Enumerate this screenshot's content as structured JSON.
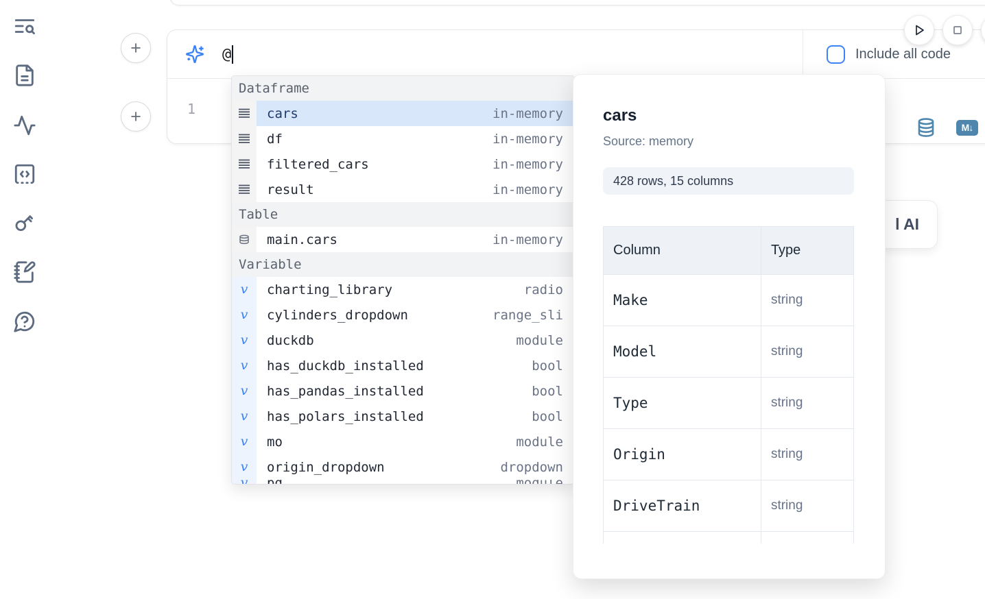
{
  "sidebar": {
    "icons": [
      "text-search-icon",
      "file-text-icon",
      "activity-icon",
      "code-cell-icon",
      "key-icon",
      "notebook-pen-icon",
      "help-chat-icon"
    ]
  },
  "add_cell": {
    "label": "+"
  },
  "prompt": {
    "value": "@",
    "icon": "sparkles-icon"
  },
  "include_code": {
    "label": "Include all code",
    "checked": false
  },
  "run_controls": {
    "icons": [
      "play-icon",
      "stop-icon"
    ]
  },
  "editor": {
    "line_number": "1",
    "markdown_badge": "M↓",
    "action_icons": [
      "database-icon",
      "markdown-icon"
    ]
  },
  "ai_button": {
    "visible_label": "l AI"
  },
  "autocomplete": {
    "sections": [
      {
        "label": "Dataframe",
        "items": [
          {
            "name": "cars",
            "type": "in-memory",
            "icon": "rows",
            "selected": true
          },
          {
            "name": "df",
            "type": "in-memory",
            "icon": "rows"
          },
          {
            "name": "filtered_cars",
            "type": "in-memory",
            "icon": "rows"
          },
          {
            "name": "result",
            "type": "in-memory",
            "icon": "rows"
          }
        ]
      },
      {
        "label": "Table",
        "items": [
          {
            "name": "main.cars",
            "type": "in-memory",
            "icon": "database"
          }
        ]
      },
      {
        "label": "Variable",
        "items": [
          {
            "name": "charting_library",
            "type": "radio",
            "icon": "v"
          },
          {
            "name": "cylinders_dropdown",
            "type": "range_sli",
            "icon": "v"
          },
          {
            "name": "duckdb",
            "type": "module",
            "icon": "v"
          },
          {
            "name": "has_duckdb_installed",
            "type": "bool",
            "icon": "v"
          },
          {
            "name": "has_pandas_installed",
            "type": "bool",
            "icon": "v"
          },
          {
            "name": "has_polars_installed",
            "type": "bool",
            "icon": "v"
          },
          {
            "name": "mo",
            "type": "module",
            "icon": "v"
          },
          {
            "name": "origin_dropdown",
            "type": "dropdown",
            "icon": "v"
          },
          {
            "name": "pd",
            "type": "module",
            "icon": "v",
            "partial": true
          }
        ]
      }
    ]
  },
  "preview": {
    "title": "cars",
    "source": "Source: memory",
    "shape": "428 rows, 15 columns",
    "table": {
      "headers": [
        "Column",
        "Type"
      ],
      "rows": [
        [
          "Make",
          "string"
        ],
        [
          "Model",
          "string"
        ],
        [
          "Type",
          "string"
        ],
        [
          "Origin",
          "string"
        ],
        [
          "DriveTrain",
          "string"
        ]
      ],
      "has_partial_row": true
    }
  },
  "colors": {
    "accent_blue": "#3b82f6",
    "selection_bg": "#d8e7fa",
    "steel_blue": "#4e86ae"
  }
}
